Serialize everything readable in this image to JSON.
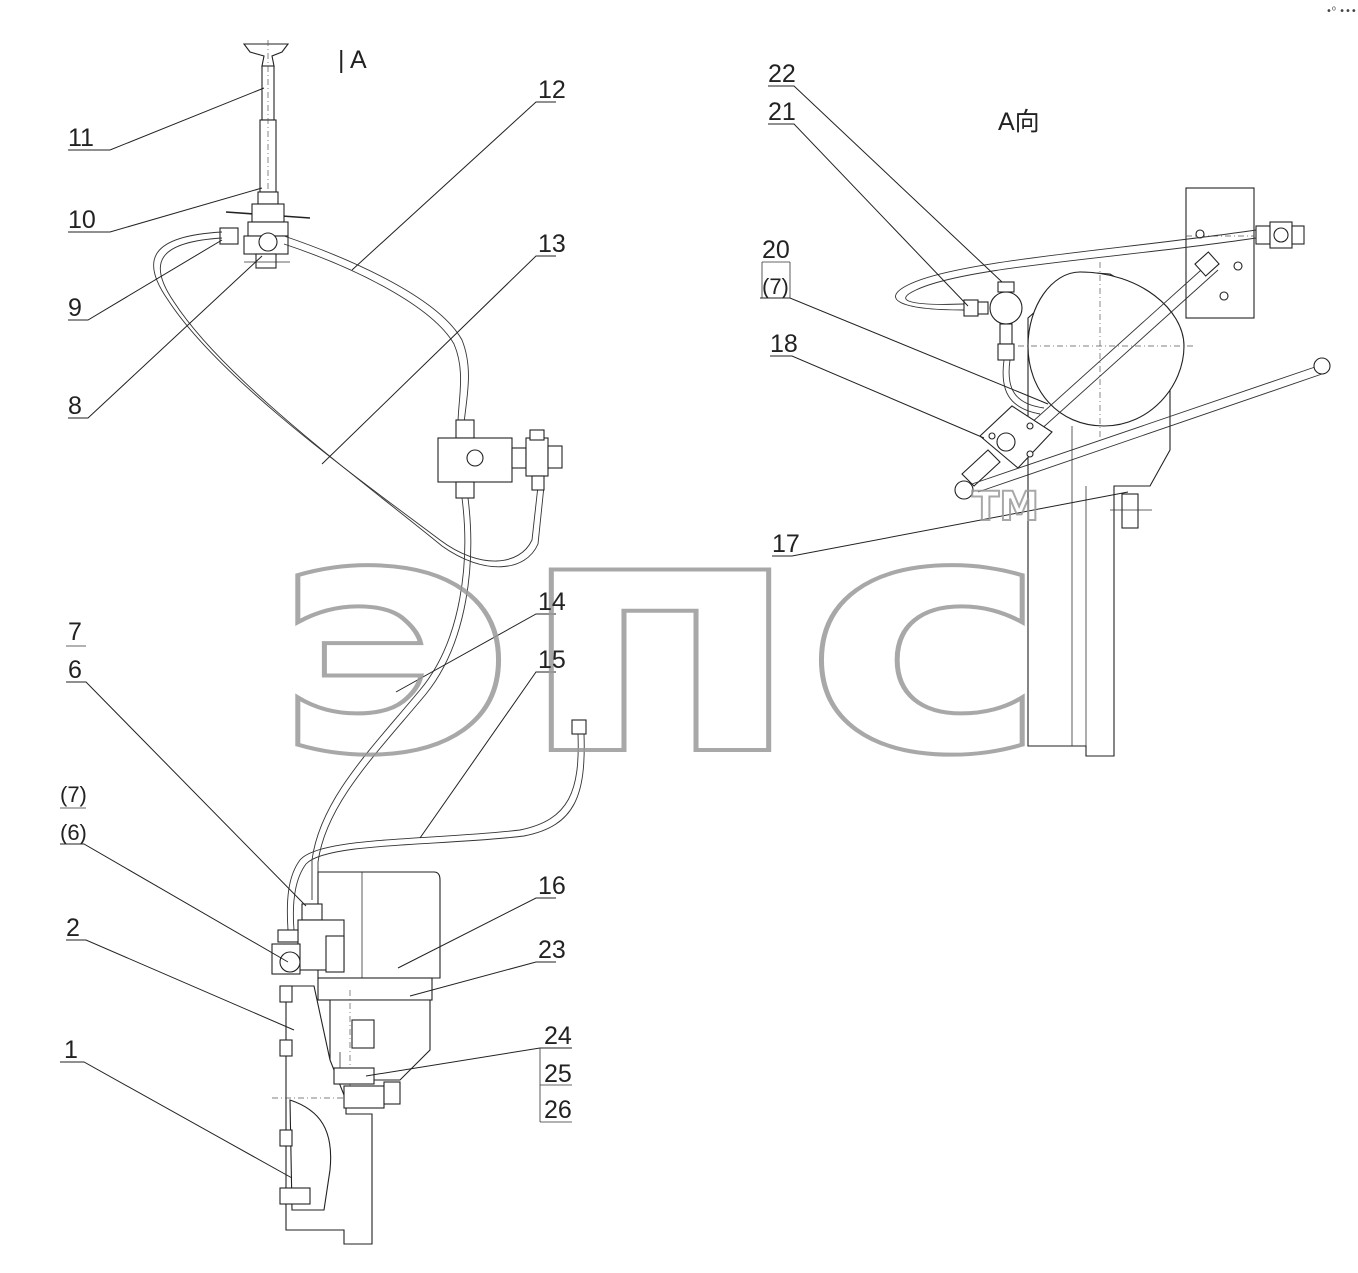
{
  "view_labels": {
    "section_mark": "| A",
    "view_a": "A向"
  },
  "part_numbers": {
    "p1": "1",
    "p2": "2",
    "p6": "6",
    "p7": "7",
    "p6_ref": "(6)",
    "p7_ref": "(7)",
    "p8": "8",
    "p9": "9",
    "p10": "10",
    "p11": "11",
    "p12": "12",
    "p13": "13",
    "p14": "14",
    "p15": "15",
    "p16": "16",
    "p17": "17",
    "p18": "18",
    "p20": "20",
    "p7_ref_b": "(7)",
    "p21": "21",
    "p22": "22",
    "p23": "23",
    "p24": "24",
    "p25": "25",
    "p26": "26"
  },
  "watermark": {
    "text": "эпс",
    "tm": "TM"
  },
  "corner_mark": "•⁰ •••"
}
